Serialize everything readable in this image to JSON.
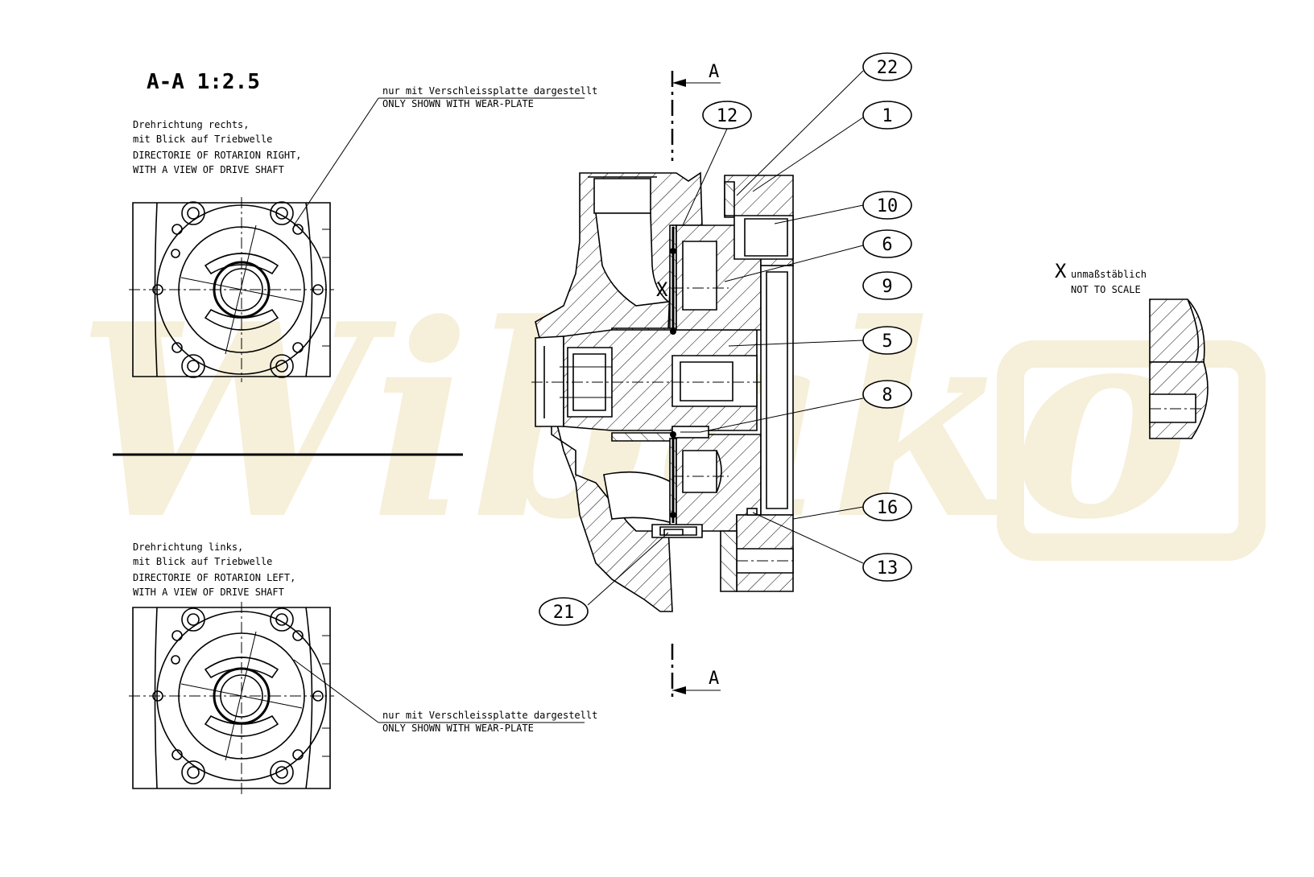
{
  "section_title": "A-A 1:2.5",
  "view_right": {
    "caption_de_1": "Drehrichtung rechts,",
    "caption_de_2": "mit Blick auf Triebwelle",
    "caption_en_1": "DIRECTORIE OF ROTARION RIGHT,",
    "caption_en_2": "WITH A VIEW OF DRIVE SHAFT",
    "note_de": "nur mit Verschleissplatte dargestellt",
    "note_en": "ONLY SHOWN WITH WEAR-PLATE"
  },
  "view_left": {
    "caption_de_1": "Drehrichtung links,",
    "caption_de_2": "mit Blick auf Triebwelle",
    "caption_en_1": "DIRECTORIE OF ROTARION LEFT,",
    "caption_en_2": "WITH A VIEW OF DRIVE SHAFT",
    "note_de": "nur mit Verschleissplatte dargestellt",
    "note_en": "ONLY SHOWN WITH WEAR-PLATE"
  },
  "section_marker_top": "A",
  "section_marker_bottom": "A",
  "detail_marker": "X",
  "detail_label": "X",
  "detail_note_de": "unmaßstäblich",
  "detail_note_en": "NOT TO SCALE",
  "watermark": "Wibako",
  "balloons": {
    "b22": "22",
    "b1": "1",
    "b12": "12",
    "b10": "10",
    "b6": "6",
    "b9": "9",
    "b5": "5",
    "b8": "8",
    "b16": "16",
    "b13": "13",
    "b21": "21"
  }
}
